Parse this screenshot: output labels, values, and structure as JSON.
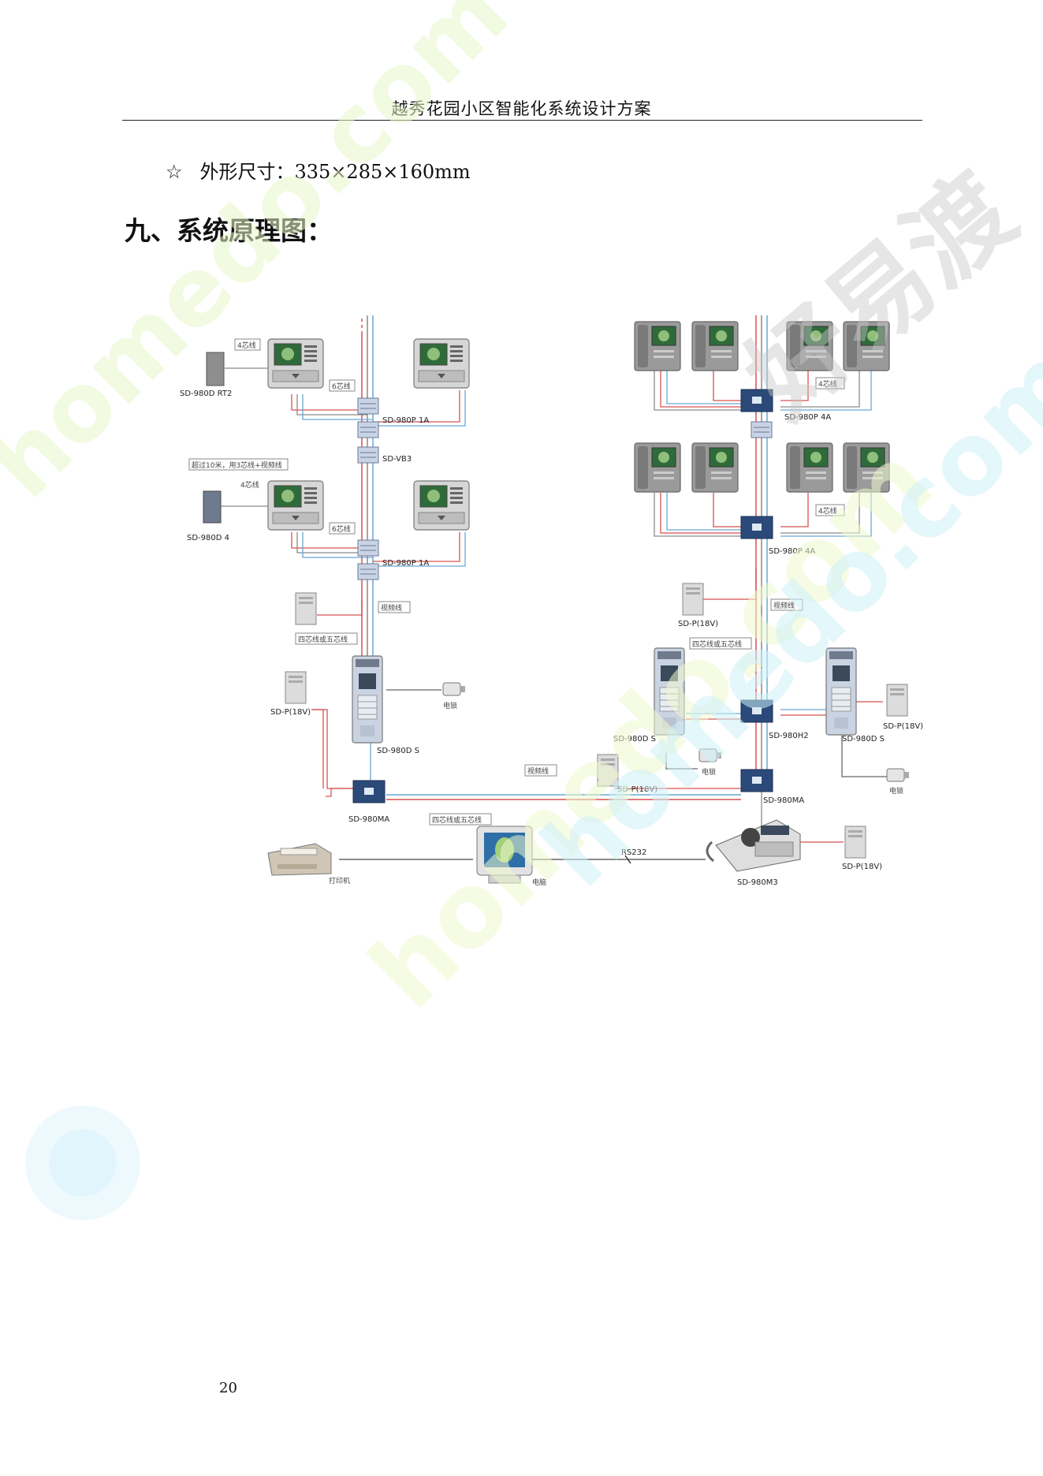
{
  "header": {
    "title": "越秀花园小区智能化系统设计方案"
  },
  "spec": {
    "star": "☆",
    "text": "外形尺寸：335×285×160mm"
  },
  "section": {
    "heading": "九、系统原理图："
  },
  "diagram": {
    "labels": {
      "rt2": "SD-980D RT2",
      "p1a_top": "SD-980P 1A",
      "vb3": "SD-VB3",
      "d4": "SD-980D 4",
      "p1a_mid": "SD-980P 1A",
      "p4a_top": "SD-980P 4A",
      "p4a_mid": "SD-980P 4A",
      "psu_right_mid": "SD-P(18V)",
      "psu_left": "SD-P(18V)",
      "ds_left": "SD-980D S",
      "ds_center": "SD-980D S",
      "h2": "SD-980H2",
      "ds_right": "SD-980D S",
      "psu_far_right": "SD-P(18V)",
      "psu_center": "SD-P(18V)",
      "ma_right": "SD-980MA",
      "ma_left": "SD-980MA",
      "psu_bottom_right": "SD-P(18V)",
      "m3": "SD-980M3",
      "rs232": "RS232",
      "printer": "打印机",
      "computer": "电脑",
      "lock_left": "电锁",
      "lock_center": "电锁",
      "lock_right": "电锁"
    },
    "notes": {
      "wire4_a": "4芯线",
      "wire6_a": "6芯线",
      "over10m": "超过10米，用3芯线+视频线",
      "wire4_b": "4芯线",
      "wire6_b": "6芯线",
      "wire4_c": "4芯线",
      "wire4_d": "4芯线",
      "video_a": "视频线",
      "video_b": "视频线",
      "video_c": "视频线",
      "twist_a": "四芯线或五芯线",
      "twist_b": "四芯线或五芯线",
      "twist_c": "四芯线或五芯线"
    }
  },
  "watermark": {
    "text_a": "homedo.com",
    "text_b": "homedo.com",
    "text_c": "homedo.com",
    "cn": "好易渡"
  },
  "footer": {
    "page_number": "20"
  },
  "colors": {
    "red": "#d85050",
    "blue": "#6aa7d6",
    "gray": "#8a8a8a",
    "navy": "#2b4a7a"
  }
}
